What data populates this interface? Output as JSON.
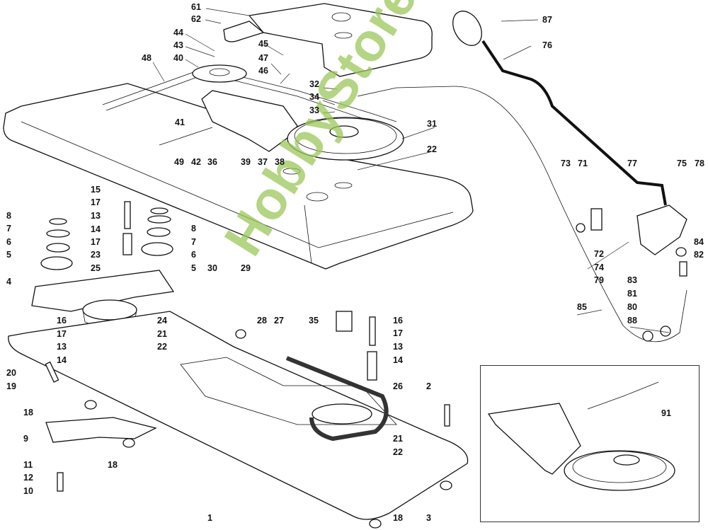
{
  "diagram": {
    "title": "Exploded parts diagram - transmission drive belt, pulleys, tensioner and clutch lever",
    "watermark": "HobbyStore.it",
    "watermark_color": "#9cc75a",
    "callouts": [
      {
        "id": "c61",
        "label": "61"
      },
      {
        "id": "c62",
        "label": "62"
      },
      {
        "id": "c44",
        "label": "44"
      },
      {
        "id": "c43",
        "label": "43"
      },
      {
        "id": "c40",
        "label": "40"
      },
      {
        "id": "c48",
        "label": "48"
      },
      {
        "id": "c45",
        "label": "45"
      },
      {
        "id": "c47",
        "label": "47"
      },
      {
        "id": "c46",
        "label": "46"
      },
      {
        "id": "c32",
        "label": "32"
      },
      {
        "id": "c34",
        "label": "34"
      },
      {
        "id": "c33",
        "label": "33"
      },
      {
        "id": "c41",
        "label": "41"
      },
      {
        "id": "c31",
        "label": "31"
      },
      {
        "id": "c22a",
        "label": "22"
      },
      {
        "id": "c49",
        "label": "49"
      },
      {
        "id": "c42",
        "label": "42"
      },
      {
        "id": "c36",
        "label": "36"
      },
      {
        "id": "c39",
        "label": "39"
      },
      {
        "id": "c37",
        "label": "37"
      },
      {
        "id": "c38",
        "label": "38"
      },
      {
        "id": "c87",
        "label": "87"
      },
      {
        "id": "c76",
        "label": "76"
      },
      {
        "id": "c73",
        "label": "73"
      },
      {
        "id": "c71",
        "label": "71"
      },
      {
        "id": "c77",
        "label": "77"
      },
      {
        "id": "c75",
        "label": "75"
      },
      {
        "id": "c78",
        "label": "78"
      },
      {
        "id": "c84",
        "label": "84"
      },
      {
        "id": "c82",
        "label": "82"
      },
      {
        "id": "c72",
        "label": "72"
      },
      {
        "id": "c74",
        "label": "74"
      },
      {
        "id": "c79",
        "label": "79"
      },
      {
        "id": "c83",
        "label": "83"
      },
      {
        "id": "c81",
        "label": "81"
      },
      {
        "id": "c80",
        "label": "80"
      },
      {
        "id": "c85",
        "label": "85"
      },
      {
        "id": "c88",
        "label": "88"
      },
      {
        "id": "c15",
        "label": "15"
      },
      {
        "id": "c17a",
        "label": "17"
      },
      {
        "id": "c13a",
        "label": "13"
      },
      {
        "id": "c14a",
        "label": "14"
      },
      {
        "id": "c17b",
        "label": "17"
      },
      {
        "id": "c23",
        "label": "23"
      },
      {
        "id": "c25",
        "label": "25"
      },
      {
        "id": "c8a",
        "label": "8"
      },
      {
        "id": "c7a",
        "label": "7"
      },
      {
        "id": "c6a",
        "label": "6"
      },
      {
        "id": "c5a",
        "label": "5"
      },
      {
        "id": "c8b",
        "label": "8"
      },
      {
        "id": "c7b",
        "label": "7"
      },
      {
        "id": "c6b",
        "label": "6"
      },
      {
        "id": "c5b",
        "label": "5"
      },
      {
        "id": "c30",
        "label": "30"
      },
      {
        "id": "c29",
        "label": "29"
      },
      {
        "id": "c4",
        "label": "4"
      },
      {
        "id": "c16a",
        "label": "16"
      },
      {
        "id": "c17c",
        "label": "17"
      },
      {
        "id": "c13b",
        "label": "13"
      },
      {
        "id": "c14b",
        "label": "14"
      },
      {
        "id": "c24",
        "label": "24"
      },
      {
        "id": "c21a",
        "label": "21"
      },
      {
        "id": "c22b",
        "label": "22"
      },
      {
        "id": "c20",
        "label": "20"
      },
      {
        "id": "c19",
        "label": "19"
      },
      {
        "id": "c28",
        "label": "28"
      },
      {
        "id": "c27",
        "label": "27"
      },
      {
        "id": "c35",
        "label": "35"
      },
      {
        "id": "c16b",
        "label": "16"
      },
      {
        "id": "c17d",
        "label": "17"
      },
      {
        "id": "c13c",
        "label": "13"
      },
      {
        "id": "c14c",
        "label": "14"
      },
      {
        "id": "c26",
        "label": "26"
      },
      {
        "id": "c2",
        "label": "2"
      },
      {
        "id": "c21b",
        "label": "21"
      },
      {
        "id": "c22c",
        "label": "22"
      },
      {
        "id": "c18a",
        "label": "18"
      },
      {
        "id": "c9",
        "label": "9"
      },
      {
        "id": "c11",
        "label": "11"
      },
      {
        "id": "c12",
        "label": "12"
      },
      {
        "id": "c10",
        "label": "10"
      },
      {
        "id": "c18b",
        "label": "18"
      },
      {
        "id": "c1",
        "label": "1"
      },
      {
        "id": "c18c",
        "label": "18"
      },
      {
        "id": "c3",
        "label": "3"
      },
      {
        "id": "c91",
        "label": "91"
      }
    ]
  }
}
